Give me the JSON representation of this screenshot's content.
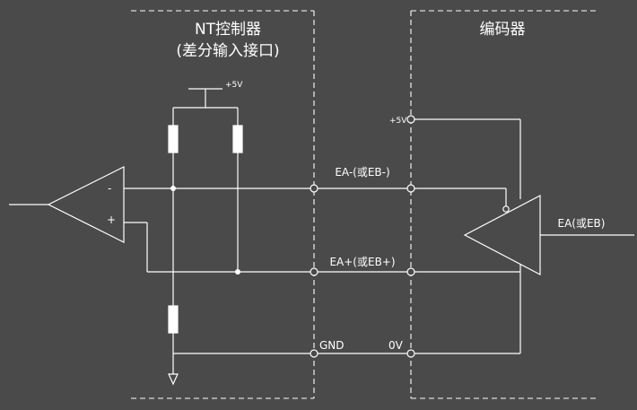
{
  "sections": {
    "controller_title_line1": "NT控制器",
    "controller_title_line2": "(差分输入接口)",
    "encoder_title": "编码器"
  },
  "labels": {
    "ctrl_supply": "+5V",
    "enc_supply": "+5V",
    "signal_minus": "EA-(或EB-)",
    "signal_plus": "EA+(或EB+)",
    "ground": "GND",
    "zero_volt": "0V",
    "encoder_output": "EA(或EB)",
    "opamp_minus": "-",
    "opamp_plus": "+"
  }
}
